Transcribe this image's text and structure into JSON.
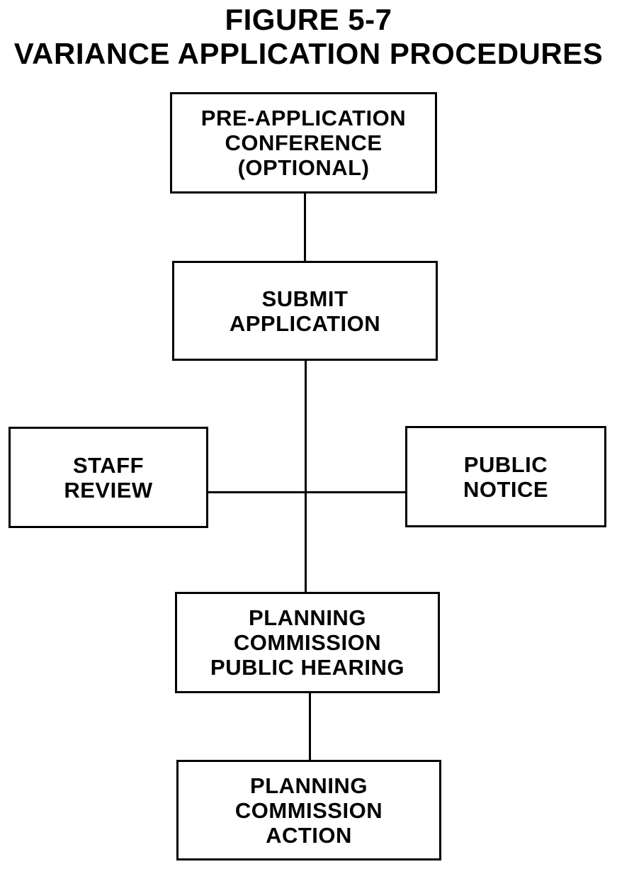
{
  "figure": {
    "title_line1": "FIGURE 5-7",
    "title_line2": "VARIANCE APPLICATION PROCEDURES"
  },
  "flowchart": {
    "type": "flowchart",
    "nodes": [
      {
        "id": "pre-application-conference",
        "label": "PRE-APPLICATION\nCONFERENCE\n(OPTIONAL)"
      },
      {
        "id": "submit-application",
        "label": "SUBMIT\nAPPLICATION"
      },
      {
        "id": "staff-review",
        "label": "STAFF\nREVIEW"
      },
      {
        "id": "public-notice",
        "label": "PUBLIC\nNOTICE"
      },
      {
        "id": "planning-commission-public-hearing",
        "label": "PLANNING\nCOMMISSION\nPUBLIC HEARING"
      },
      {
        "id": "planning-commission-action",
        "label": "PLANNING\nCOMMISSION\nACTION"
      }
    ],
    "connections": [
      {
        "from": "pre-application-conference",
        "to": "submit-application",
        "style": "plain-line"
      },
      {
        "from": "submit-application",
        "to": "planning-commission-public-hearing",
        "style": "plain-line"
      },
      {
        "from": "staff-review",
        "to": "public-notice",
        "style": "plain-line-crossing-main-stem"
      },
      {
        "from": "planning-commission-public-hearing",
        "to": "planning-commission-action",
        "style": "plain-line"
      }
    ]
  },
  "colors": {
    "ink": "#000000",
    "paper": "#ffffff"
  }
}
